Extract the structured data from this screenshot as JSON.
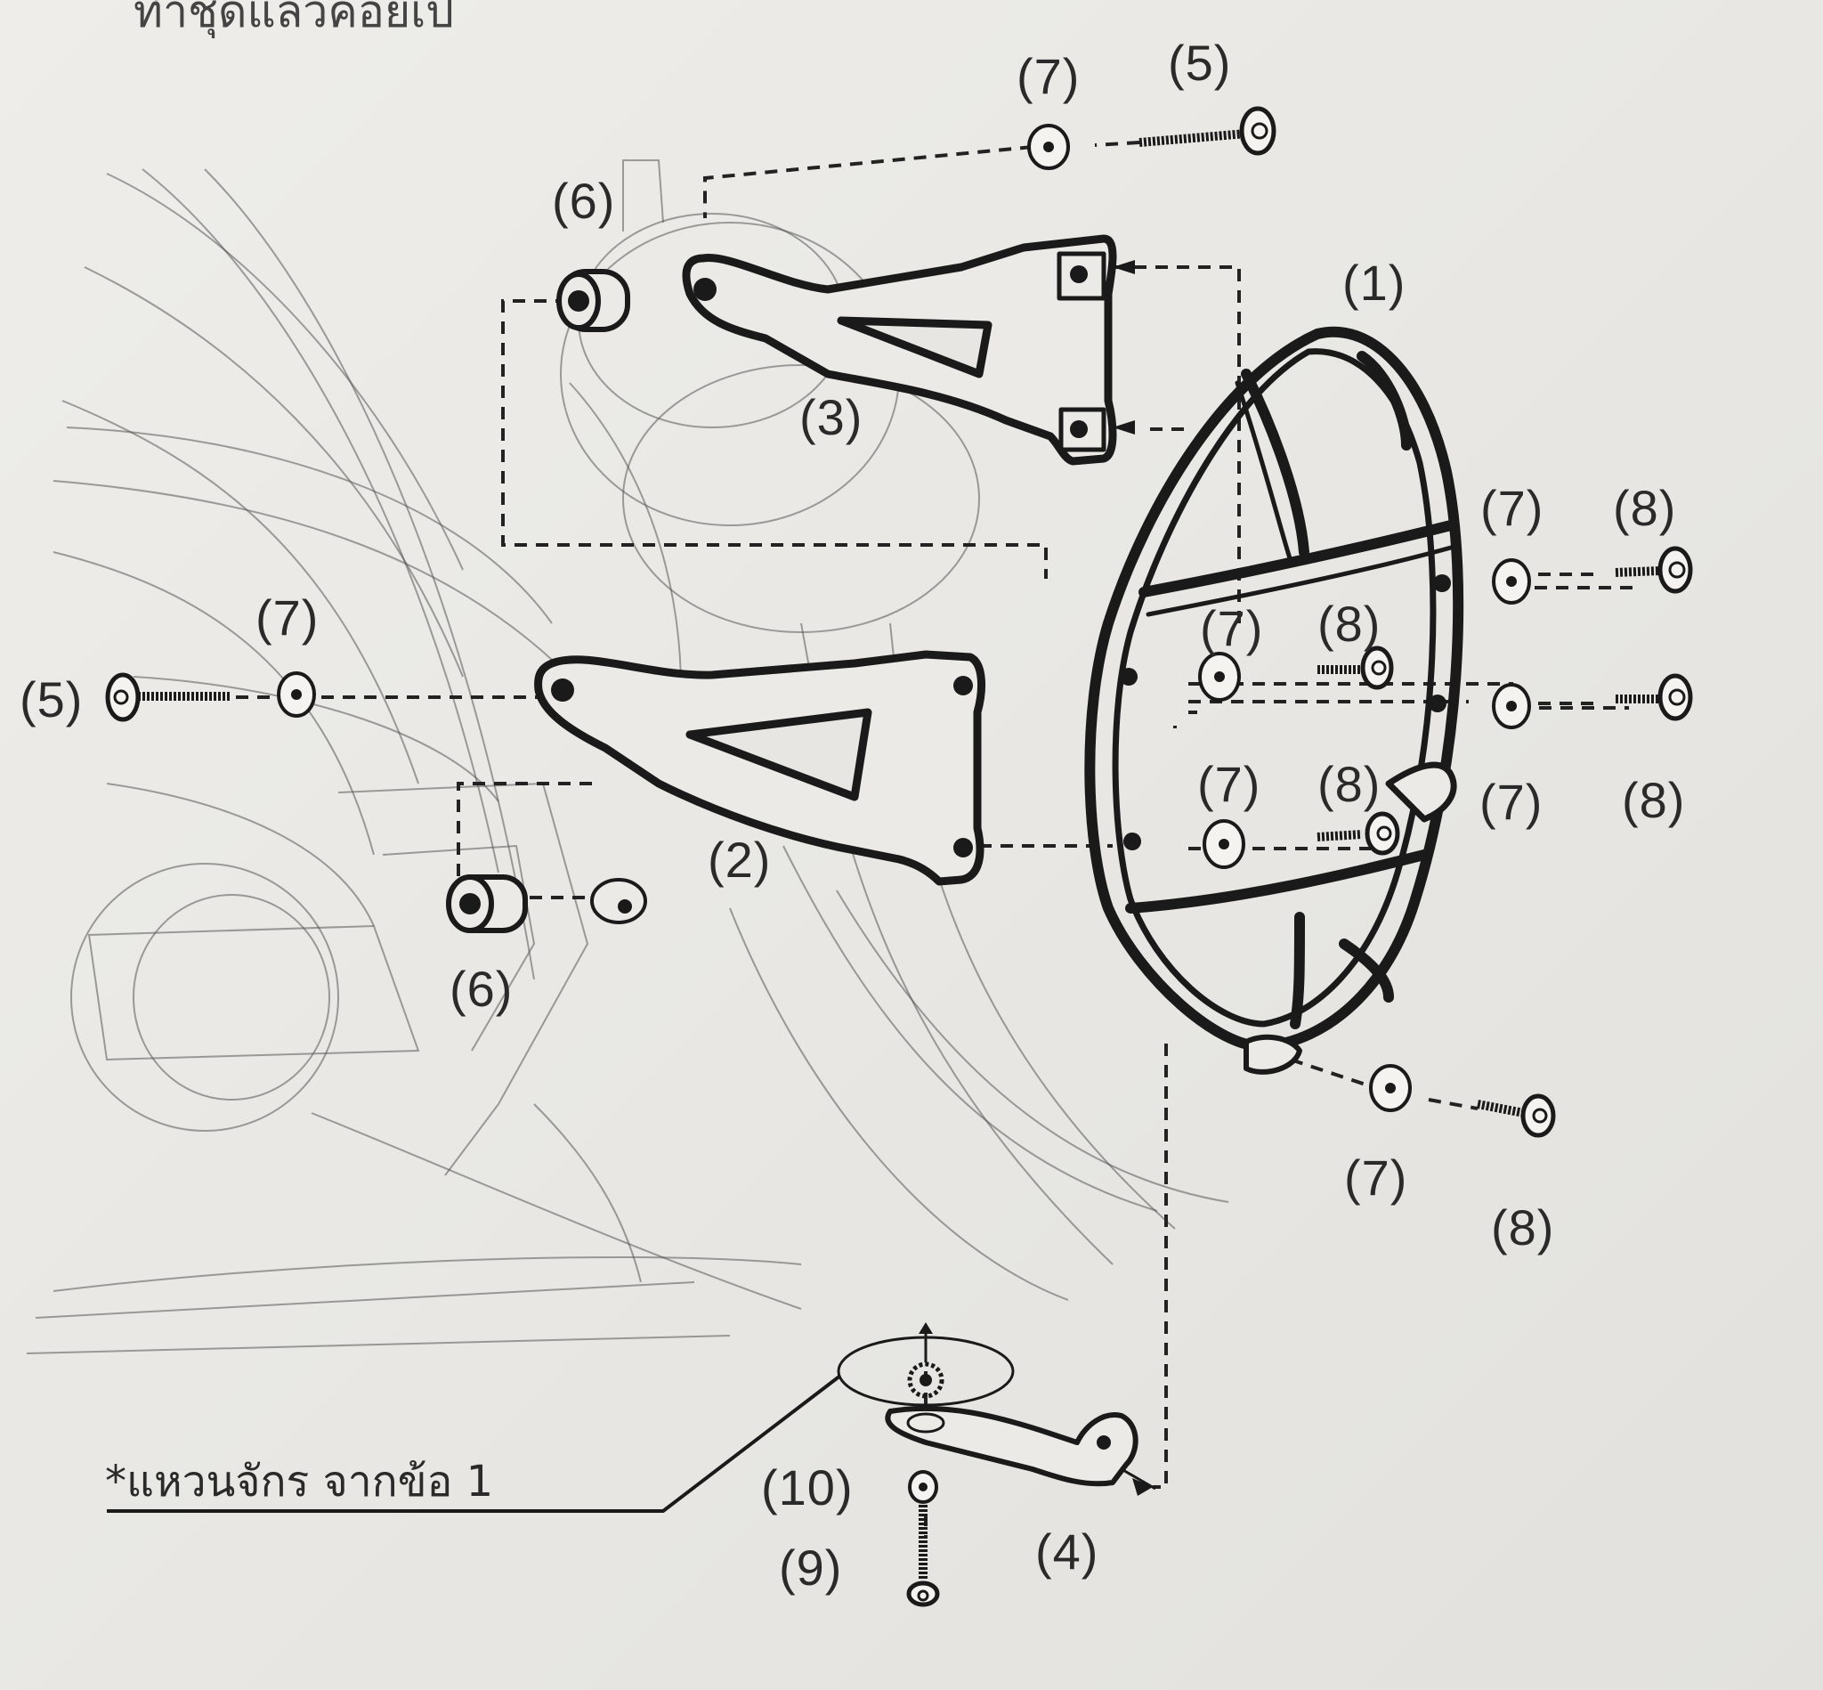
{
  "header_fragment": "ทำชุดแล้วค่อยเป",
  "note": {
    "text": "*แหวนจักร จากข้อ 1"
  },
  "callouts": {
    "c1": "(1)",
    "c2": "(2)",
    "c3": "(3)",
    "c4": "(4)",
    "c5a": "(5)",
    "c5b": "(5)",
    "c6a": "(6)",
    "c6b": "(6)",
    "c7a": "(7)",
    "c7b": "(7)",
    "c7c": "(7)",
    "c7d": "(7)",
    "c7e": "(7)",
    "c7f": "(7)",
    "c7g": "(7)",
    "c8a": "(8)",
    "c8b": "(8)",
    "c8c": "(8)",
    "c8d": "(8)",
    "c8e": "(8)",
    "c9": "(9)",
    "c10": "(10)"
  },
  "colors": {
    "ink": "#1a1a1a",
    "paper": "#ebeae6"
  }
}
